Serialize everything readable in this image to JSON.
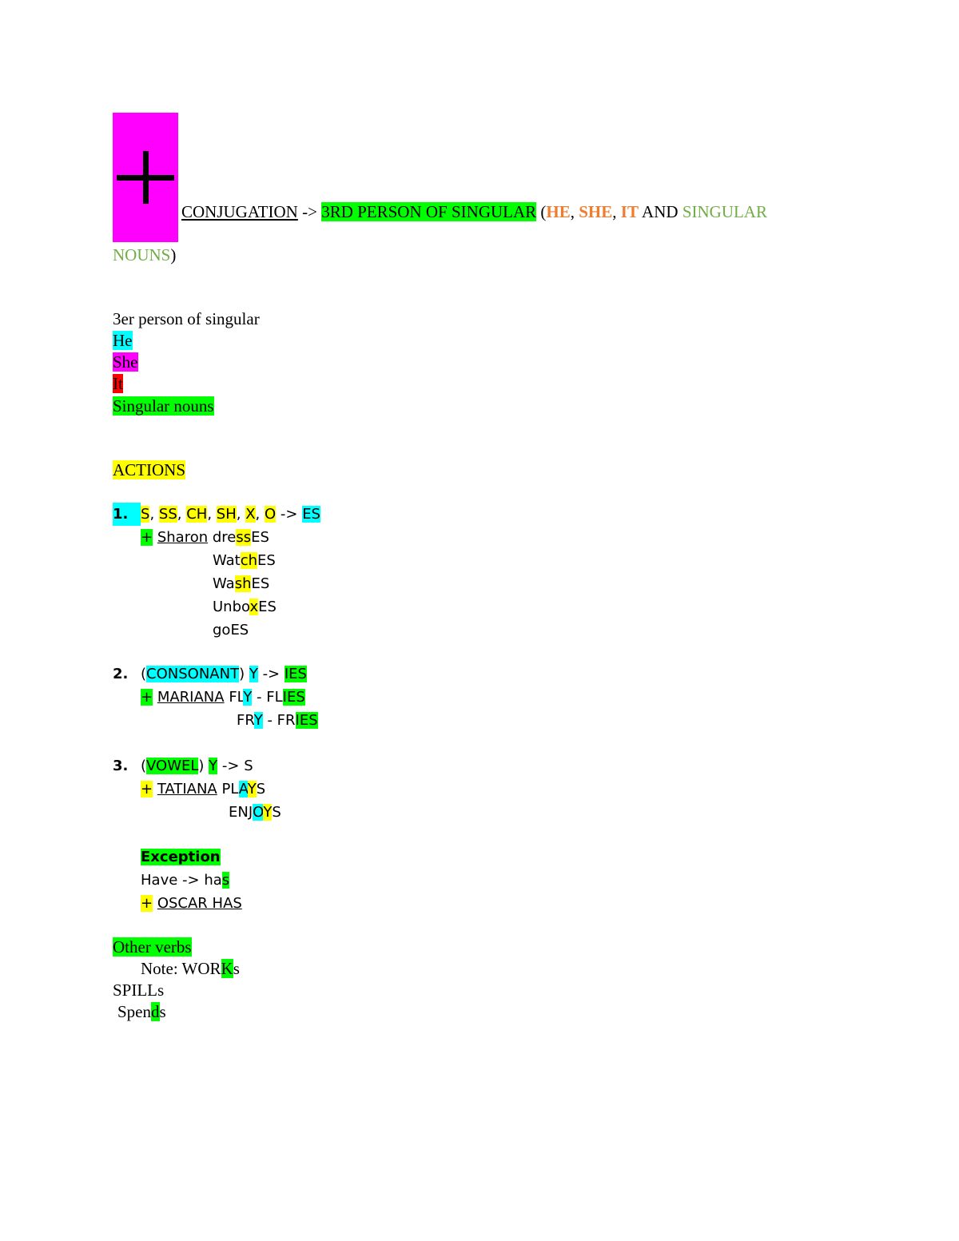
{
  "header": {
    "conjugation": "CONJUGATION",
    "arrow": " -> ",
    "third_person": "3RD PERSON OF SINGULAR",
    "open_paren": " (",
    "he": "HE",
    "comma1": ", ",
    "she": "SHE",
    "comma2": ", ",
    "it": "IT",
    "and": " AND ",
    "singular": "SINGULAR",
    "nouns": "NOUNS",
    "close_paren": ")"
  },
  "pronouns": {
    "heading": "3er person of singular",
    "he": "He",
    "she": "She",
    "it": "It",
    "singular_nouns": "Singular nouns"
  },
  "actions_title": "ACTIONS",
  "rule1": {
    "num": "1.",
    "endings": [
      "S",
      "SS",
      "CH",
      "SH",
      "X",
      "O"
    ],
    "sep": ", ",
    "arrow": " -> ",
    "result": "ES",
    "plus": "+",
    "subject": "Sharon",
    "ex1_a": "dre",
    "ex1_b": "ss",
    "ex1_c": "ES",
    "ex2_a": "Wat",
    "ex2_b": "ch",
    "ex2_c": "ES",
    "ex3_a": "Wa",
    "ex3_b": "sh",
    "ex3_c": "ES",
    "ex4_a": "Unbo",
    "ex4_b": "x",
    "ex4_c": "ES",
    "ex5": "goES"
  },
  "rule2": {
    "num": "2.",
    "open": "(",
    "consonant": "CONSONANT",
    "close": ")",
    "y": "Y",
    "arrow": " -> ",
    "ies": "IES",
    "plus": "+",
    "subject": "MARIANA",
    "fly_a": "FL",
    "fly_y": "Y",
    "dash": " - ",
    "flies_a": "FL",
    "flies_b": "IES",
    "fry_a": "FR",
    "fry_y": "Y",
    "fries_a": "FR",
    "fries_b": "IES"
  },
  "rule3": {
    "num": "3.",
    "open": "(",
    "vowel": "VOWEL",
    "close": ")",
    "y": "Y",
    "arrow": " -> ",
    "s": "S",
    "plus": "+",
    "subject": "TATIANA",
    "plays_a": "PL",
    "plays_vowel": "A",
    "plays_y": "Y",
    "plays_s": "S",
    "enjoys_a": "ENJ",
    "enjoys_vowel": "O",
    "enjoys_y": "Y",
    "enjoys_s": "S"
  },
  "exception": {
    "title": "Exception",
    "line_a": "Have -> ha",
    "line_b": "s",
    "plus": "+",
    "example": "OSCAR HAS"
  },
  "other_verbs": {
    "title": "Other verbs",
    "note_a": "Note: WOR",
    "note_b": "K",
    "note_c": "s",
    "spills": "SPILLs",
    "spends_a": "Spen",
    "spends_b": "d",
    "spends_c": "s"
  },
  "colors": {
    "green": "#00ff00",
    "cyan": "#00ffff",
    "yellow": "#ffff00",
    "magenta": "#ff00ff",
    "red": "#ff0000",
    "orange_text": "#ed7d31",
    "light_green_text": "#70ad47"
  }
}
